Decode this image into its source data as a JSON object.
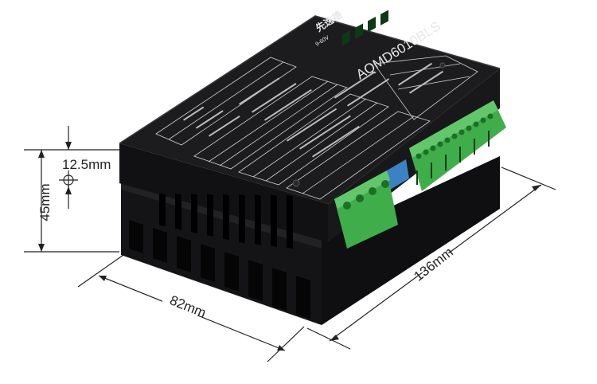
{
  "product": {
    "brand_text": "先逸德",
    "model": "AQMD6010BLS",
    "voltage_note": "9-60V"
  },
  "dimensions": {
    "length_label": "136mm",
    "width_label": "82mm",
    "height_label": "45mm",
    "mount_offset_label": "12.5mm"
  },
  "colors": {
    "background": "#ffffff",
    "housing": "#1b1b1d",
    "heatsink": "#121214",
    "terminal_green": "#3fae4a",
    "dip_switch_blue": "#3b82c4",
    "dimension_line": "#222222"
  }
}
